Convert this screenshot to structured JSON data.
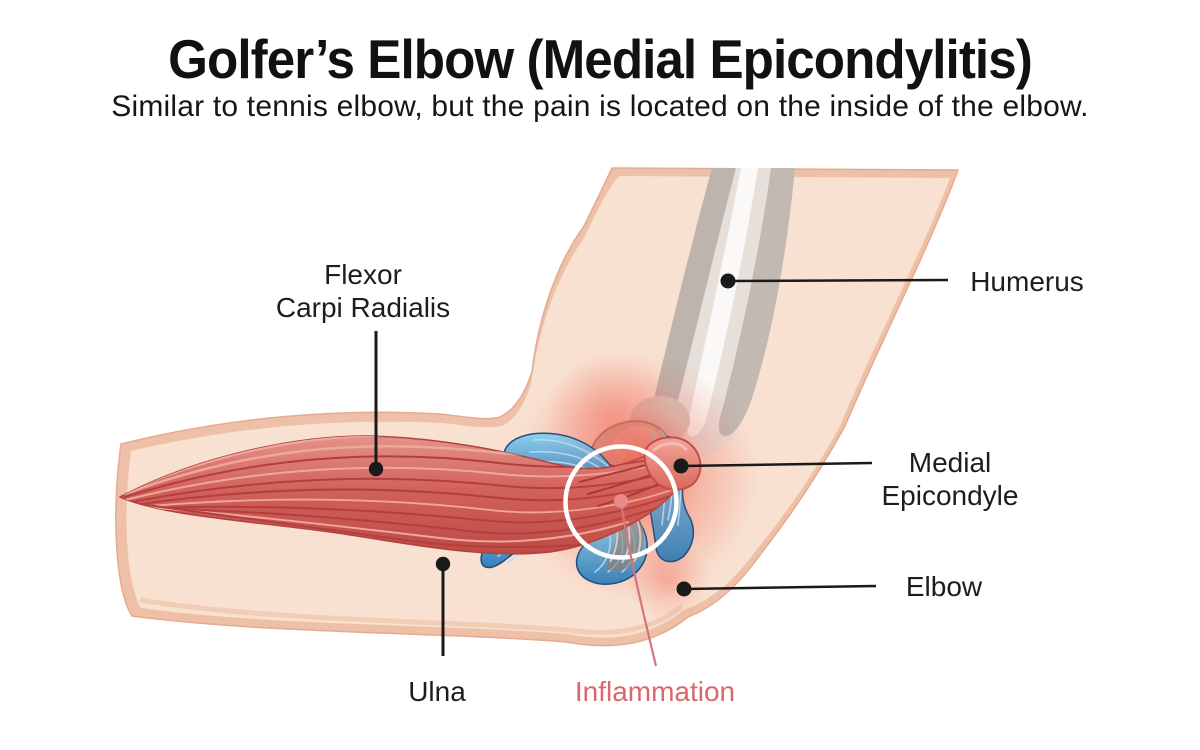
{
  "title": "Golfer’s Elbow (Medial Epicondylitis)",
  "subtitle": "Similar to tennis elbow, but the pain is located on the inside of the elbow.",
  "labels": {
    "flexor_carpi_radialis": {
      "line1": "Flexor",
      "line2": "Carpi Radialis"
    },
    "humerus": {
      "text": "Humerus"
    },
    "medial_epicondyle": {
      "line1": "Medial",
      "line2": "Epicondyle"
    },
    "elbow": {
      "text": "Elbow"
    },
    "ulna": {
      "text": "Ulna"
    },
    "inflammation": {
      "text": "Inflammation"
    }
  },
  "colors": {
    "title_text": "#111111",
    "label_text": "#1d1d1d",
    "inflammation_text": "#d9676c",
    "leader_line": "#1a1a1a",
    "skin": "#f8e1d1",
    "skin_outline": "#eec0a7",
    "muscle_red": "#cd5a54",
    "tendon_blue": "#4f9ad6",
    "bone_gray": "#cfc7bf",
    "inflammation_glow": "#f05a48",
    "highlight_circle": "#ffffff"
  }
}
